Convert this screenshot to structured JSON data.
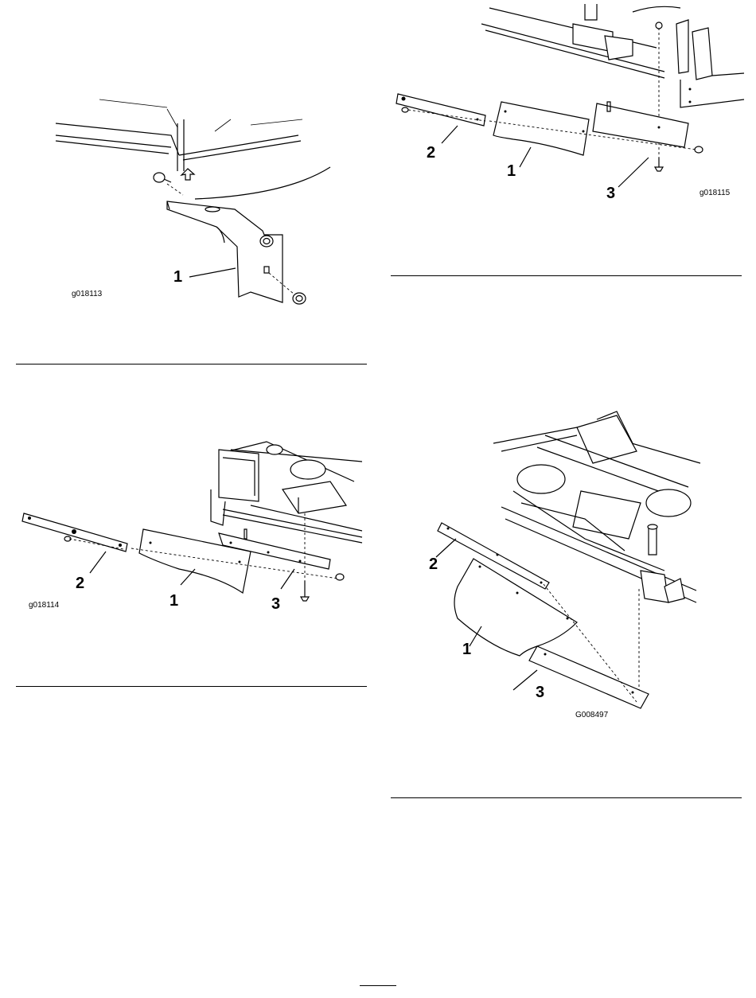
{
  "figures": [
    {
      "id": "g018113",
      "callouts": [
        "1"
      ]
    },
    {
      "id": "g018114",
      "callouts": [
        "2",
        "1",
        "3"
      ]
    },
    {
      "id": "g018115",
      "callouts": [
        "2",
        "1",
        "3"
      ]
    },
    {
      "id": "G008497",
      "callouts": [
        "2",
        "1",
        "3"
      ]
    }
  ],
  "icons": [
    "figure-rule",
    "page-number-rule"
  ]
}
